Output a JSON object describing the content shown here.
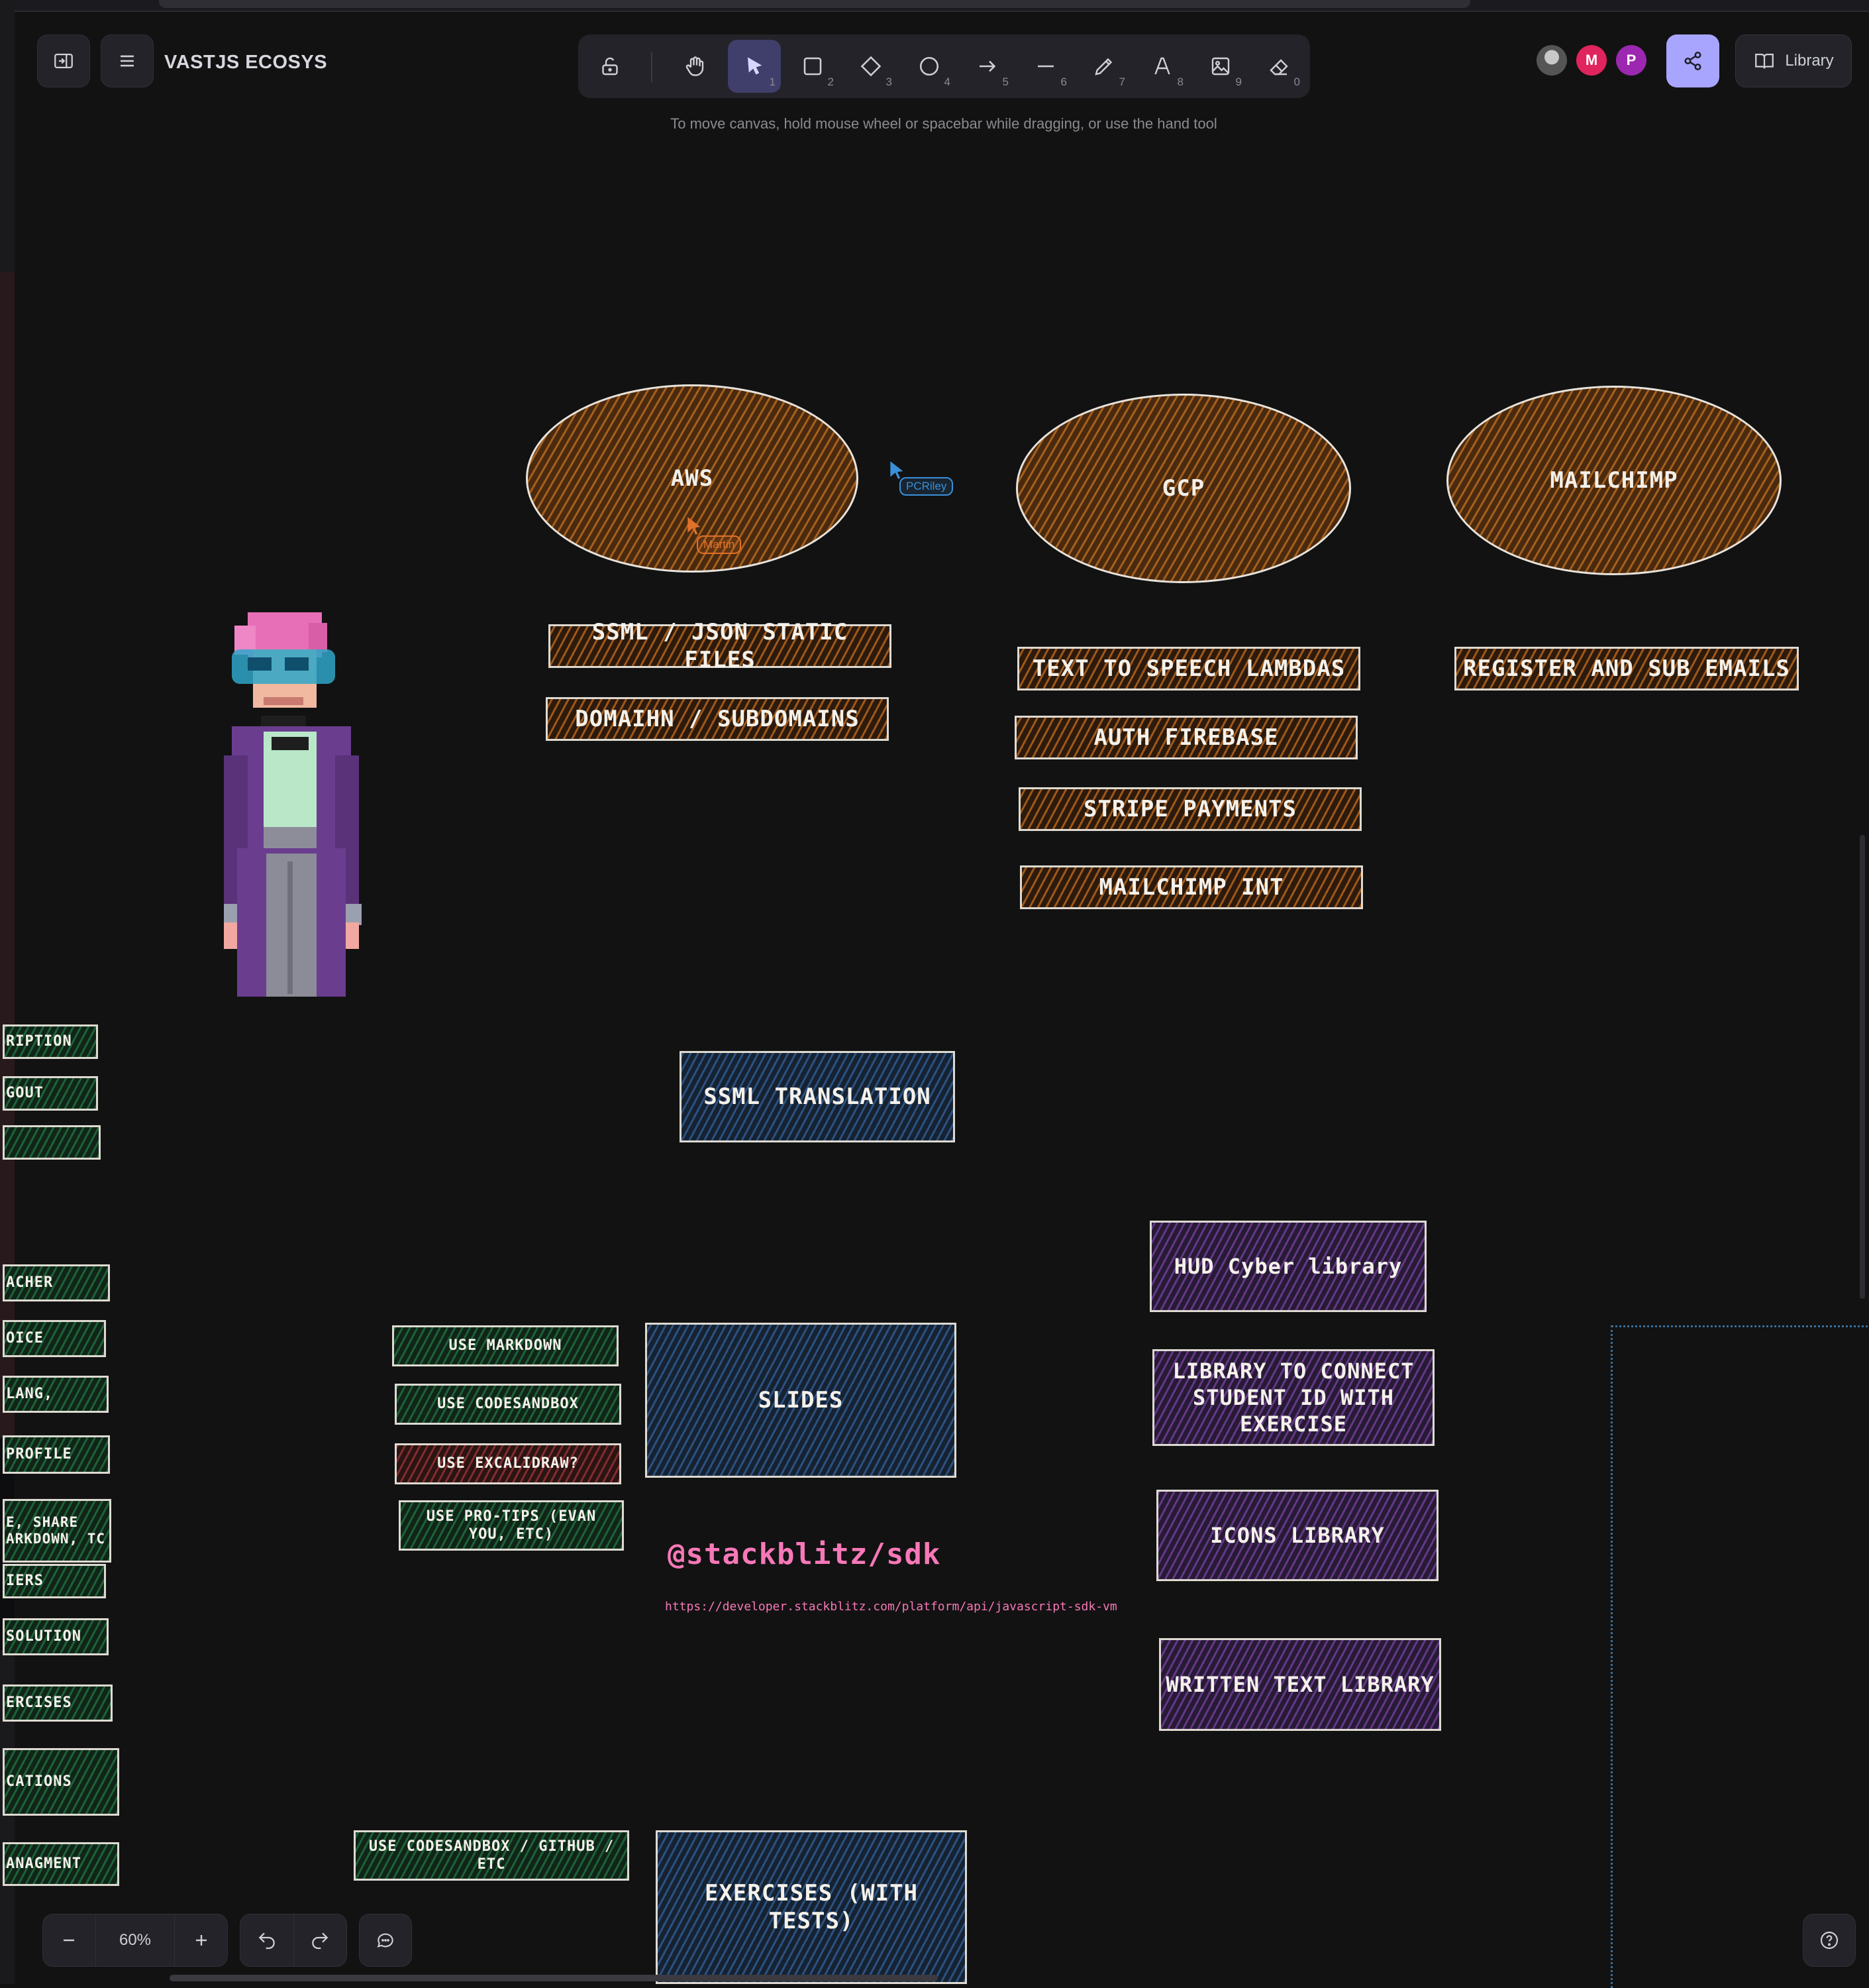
{
  "app": {
    "title": "VASTJS ECOSYS",
    "hint": "To move canvas, hold mouse wheel or spacebar while dragging, or use the hand tool",
    "library_label": "Library",
    "zoom": "60%"
  },
  "toolbar": {
    "tools": [
      {
        "name": "lock-icon",
        "num": ""
      },
      {
        "name": "hand-icon",
        "num": ""
      },
      {
        "name": "selection-icon",
        "num": "1"
      },
      {
        "name": "rectangle-icon",
        "num": "2"
      },
      {
        "name": "diamond-icon",
        "num": "3"
      },
      {
        "name": "ellipse-icon",
        "num": "4"
      },
      {
        "name": "arrow-icon",
        "num": "5"
      },
      {
        "name": "line-icon",
        "num": "6"
      },
      {
        "name": "pencil-icon",
        "num": "7"
      },
      {
        "name": "text-icon",
        "num": "8"
      },
      {
        "name": "image-icon",
        "num": "9"
      },
      {
        "name": "eraser-icon",
        "num": "0"
      }
    ]
  },
  "collaborators": [
    {
      "initial": "",
      "color": "#8a8a8a"
    },
    {
      "initial": "M",
      "color": "#e0245e"
    },
    {
      "initial": "P",
      "color": "#9c27b0"
    }
  ],
  "cursors": {
    "martin": {
      "label": "Martin",
      "color": "#e0702a"
    },
    "pcriley": {
      "label": "PCRiley",
      "color": "#3a8fd8"
    }
  },
  "canvas": {
    "ellipses": {
      "aws": "AWS",
      "gcp": "GCP",
      "mailchimp": "MAILCHIMP"
    },
    "aws_items": [
      "SSML / JSON STATIC FILES",
      "DOMAIHN / SUBDOMAINS"
    ],
    "gcp_items": [
      "TEXT TO SPEECH LAMBDAS",
      "AUTH FIREBASE",
      "STRIPE PAYMENTS",
      "MAILCHIMP INT"
    ],
    "mailchimp_items": [
      "REGISTER AND SUB EMAILS"
    ],
    "ssml_translation": "SSML TRANSLATION",
    "slides": "SLIDES",
    "exercises": "EXERCISES (WITH TESTS)",
    "green_options": [
      "USE MARKDOWN",
      "USE CODESANDBOX",
      "USE EXCALIDRAW?",
      "USE PRO-TIPS (EVAN YOU, ETC)"
    ],
    "codesandbox_github": "USE CODESANDBOX / GITHUB / ETC",
    "stackblitz_title": "@stackblitz/sdk",
    "stackblitz_url": "https://developer.stackblitz.com/platform/api/javascript-sdk-vm",
    "purple_items": [
      "HUD Cyber library",
      "LIBRARY TO CONNECT STUDENT ID WITH EXERCISE",
      "ICONS LIBRARY",
      "WRITTEN TEXT LIBRARY"
    ],
    "left_clipped": [
      "RIPTION",
      "GOUT",
      "",
      "ACHER",
      "OICE",
      "LANG,",
      "PROFILE",
      "E, SHARE ARKDOWN, TC",
      "IERS",
      "SOLUTION",
      "ERCISES",
      "CATIONS",
      "ANAGMENT"
    ]
  }
}
